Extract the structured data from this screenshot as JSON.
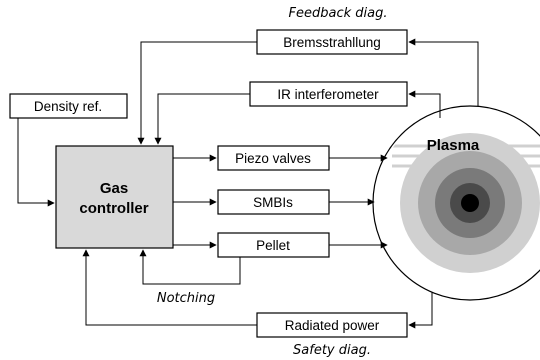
{
  "controller": {
    "line1": "Gas",
    "line2": "controller"
  },
  "density_ref": "Density ref.",
  "actuators": [
    "Piezo valves",
    "SMBIs",
    "Pellet"
  ],
  "diagnostics": {
    "bremsstrahlung": "Bremsstrahllung",
    "ir_interferometer": "IR interferometer",
    "radiated_power": "Radiated power"
  },
  "plasma_label": "Plasma",
  "annotations": {
    "feedback": "Feedback diag.",
    "safety": "Safety diag.",
    "notching": "Notching"
  },
  "plasma_ring_colors": [
    "#ffffff",
    "#d0d0d0",
    "#a8a8a8",
    "#7a7a7a",
    "#4a4a4a",
    "#000000"
  ]
}
